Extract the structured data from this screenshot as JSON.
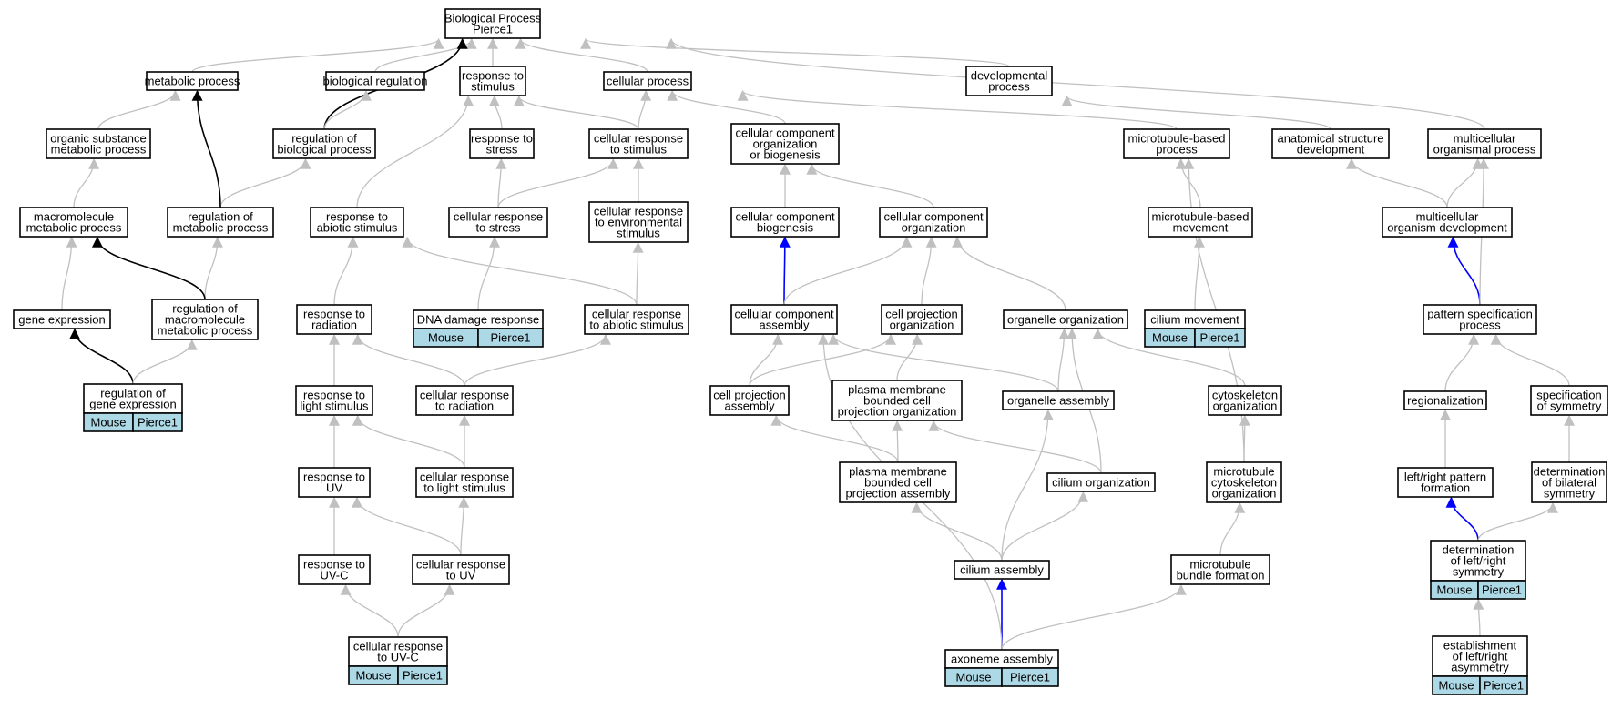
{
  "diagram": {
    "type": "go-term-graph",
    "nodes": [
      {
        "id": "bp",
        "lines": [
          "Biological Process",
          "Pierce1"
        ],
        "tags": []
      },
      {
        "id": "metabolic",
        "lines": [
          "metabolic process"
        ],
        "tags": []
      },
      {
        "id": "bioreg",
        "lines": [
          "biological regulation"
        ],
        "tags": []
      },
      {
        "id": "resp_stim",
        "lines": [
          "response to",
          "stimulus"
        ],
        "tags": []
      },
      {
        "id": "cellular",
        "lines": [
          "cellular process"
        ],
        "tags": []
      },
      {
        "id": "developmental",
        "lines": [
          "developmental",
          "process"
        ],
        "tags": []
      },
      {
        "id": "organic",
        "lines": [
          "organic substance",
          "metabolic process"
        ],
        "tags": []
      },
      {
        "id": "reg_bio",
        "lines": [
          "regulation of",
          "biological process"
        ],
        "tags": []
      },
      {
        "id": "resp_stress",
        "lines": [
          "response to",
          "stress"
        ],
        "tags": []
      },
      {
        "id": "cell_resp_stim",
        "lines": [
          "cellular response",
          "to stimulus"
        ],
        "tags": []
      },
      {
        "id": "ccob",
        "lines": [
          "cellular component",
          "organization",
          "or biogenesis"
        ],
        "tags": []
      },
      {
        "id": "mt_process",
        "lines": [
          "microtubule-based",
          "process"
        ],
        "tags": []
      },
      {
        "id": "anat_dev",
        "lines": [
          "anatomical structure",
          "development"
        ],
        "tags": []
      },
      {
        "id": "multi_proc",
        "lines": [
          "multicellular",
          "organismal process"
        ],
        "tags": []
      },
      {
        "id": "macro_met",
        "lines": [
          "macromolecule",
          "metabolic process"
        ],
        "tags": []
      },
      {
        "id": "reg_met",
        "lines": [
          "regulation of",
          "metabolic process"
        ],
        "tags": []
      },
      {
        "id": "resp_abiotic",
        "lines": [
          "response to",
          "abiotic stimulus"
        ],
        "tags": []
      },
      {
        "id": "cell_resp_stress",
        "lines": [
          "cellular response",
          "to stress"
        ],
        "tags": []
      },
      {
        "id": "cell_resp_env",
        "lines": [
          "cellular response",
          "to environmental",
          "stimulus"
        ],
        "tags": []
      },
      {
        "id": "cc_biogenesis",
        "lines": [
          "cellular component",
          "biogenesis"
        ],
        "tags": []
      },
      {
        "id": "cc_org",
        "lines": [
          "cellular component",
          "organization"
        ],
        "tags": []
      },
      {
        "id": "mt_movement",
        "lines": [
          "microtubule-based",
          "movement"
        ],
        "tags": []
      },
      {
        "id": "multi_dev",
        "lines": [
          "multicellular",
          "organism development"
        ],
        "tags": []
      },
      {
        "id": "gene_expr",
        "lines": [
          "gene expression"
        ],
        "tags": []
      },
      {
        "id": "reg_macro",
        "lines": [
          "regulation of",
          "macromolecule",
          "metabolic process"
        ],
        "tags": []
      },
      {
        "id": "resp_radiation",
        "lines": [
          "response to",
          "radiation"
        ],
        "tags": []
      },
      {
        "id": "dna_damage",
        "lines": [
          "DNA damage response"
        ],
        "tags": [
          "Mouse",
          "Pierce1"
        ]
      },
      {
        "id": "cell_resp_abiotic",
        "lines": [
          "cellular response",
          "to abiotic stimulus"
        ],
        "tags": []
      },
      {
        "id": "cc_assembly",
        "lines": [
          "cellular component",
          "assembly"
        ],
        "tags": []
      },
      {
        "id": "cp_org",
        "lines": [
          "cell projection",
          "organization"
        ],
        "tags": []
      },
      {
        "id": "organelle_org",
        "lines": [
          "organelle organization"
        ],
        "tags": []
      },
      {
        "id": "cilium_movement",
        "lines": [
          "cilium movement"
        ],
        "tags": [
          "Mouse",
          "Pierce1"
        ]
      },
      {
        "id": "pattern_spec",
        "lines": [
          "pattern specification",
          "process"
        ],
        "tags": []
      },
      {
        "id": "reg_gene_expr",
        "lines": [
          "regulation of",
          "gene expression"
        ],
        "tags": [
          "Mouse",
          "Pierce1"
        ]
      },
      {
        "id": "resp_light",
        "lines": [
          "response to",
          "light stimulus"
        ],
        "tags": []
      },
      {
        "id": "cell_resp_radiation",
        "lines": [
          "cellular response",
          "to radiation"
        ],
        "tags": []
      },
      {
        "id": "cp_assembly",
        "lines": [
          "cell projection",
          "assembly"
        ],
        "tags": []
      },
      {
        "id": "pmbcpo",
        "lines": [
          "plasma membrane",
          "bounded cell",
          "projection organization"
        ],
        "tags": []
      },
      {
        "id": "organelle_assembly",
        "lines": [
          "organelle assembly"
        ],
        "tags": []
      },
      {
        "id": "cyto_org",
        "lines": [
          "cytoskeleton",
          "organization"
        ],
        "tags": []
      },
      {
        "id": "regionalization",
        "lines": [
          "regionalization"
        ],
        "tags": []
      },
      {
        "id": "spec_sym",
        "lines": [
          "specification",
          "of symmetry"
        ],
        "tags": []
      },
      {
        "id": "resp_uv",
        "lines": [
          "response to",
          "UV"
        ],
        "tags": []
      },
      {
        "id": "cell_resp_light",
        "lines": [
          "cellular response",
          "to light stimulus"
        ],
        "tags": []
      },
      {
        "id": "pmbcpa",
        "lines": [
          "plasma membrane",
          "bounded cell",
          "projection assembly"
        ],
        "tags": []
      },
      {
        "id": "cilium_org",
        "lines": [
          "cilium organization"
        ],
        "tags": []
      },
      {
        "id": "mt_cyto_org",
        "lines": [
          "microtubule",
          "cytoskeleton",
          "organization"
        ],
        "tags": []
      },
      {
        "id": "lr_pattern",
        "lines": [
          "left/right pattern",
          "formation"
        ],
        "tags": []
      },
      {
        "id": "det_bilateral",
        "lines": [
          "determination",
          "of bilateral",
          "symmetry"
        ],
        "tags": []
      },
      {
        "id": "resp_uvc",
        "lines": [
          "response to",
          "UV-C"
        ],
        "tags": []
      },
      {
        "id": "cell_resp_uv",
        "lines": [
          "cellular response",
          "to UV"
        ],
        "tags": []
      },
      {
        "id": "cilium_assembly",
        "lines": [
          "cilium assembly"
        ],
        "tags": []
      },
      {
        "id": "mt_bundle",
        "lines": [
          "microtubule",
          "bundle formation"
        ],
        "tags": []
      },
      {
        "id": "det_lr",
        "lines": [
          "determination",
          "of left/right",
          "symmetry"
        ],
        "tags": [
          "Mouse",
          "Pierce1"
        ]
      },
      {
        "id": "cell_resp_uvc",
        "lines": [
          "cellular response",
          "to UV-C"
        ],
        "tags": [
          "Mouse",
          "Pierce1"
        ]
      },
      {
        "id": "axoneme",
        "lines": [
          "axoneme assembly"
        ],
        "tags": [
          "Mouse",
          "Pierce1"
        ]
      },
      {
        "id": "est_lr",
        "lines": [
          "establishment",
          "of left/right",
          "asymmetry"
        ],
        "tags": [
          "Mouse",
          "Pierce1"
        ]
      }
    ],
    "edges": [
      {
        "from": "metabolic",
        "to": "bp",
        "color": "gray"
      },
      {
        "from": "bioreg",
        "to": "bp",
        "color": "gray"
      },
      {
        "from": "resp_stim",
        "to": "bp",
        "color": "gray"
      },
      {
        "from": "cellular",
        "to": "bp",
        "color": "gray"
      },
      {
        "from": "developmental",
        "to": "bp",
        "color": "gray"
      },
      {
        "from": "multi_proc",
        "to": "bp",
        "color": "gray"
      },
      {
        "from": "reg_bio",
        "to": "bp",
        "color": "black"
      },
      {
        "from": "organic",
        "to": "metabolic",
        "color": "gray"
      },
      {
        "from": "reg_bio",
        "to": "bioreg",
        "color": "gray"
      },
      {
        "from": "resp_stress",
        "to": "resp_stim",
        "color": "gray"
      },
      {
        "from": "cell_resp_stim",
        "to": "resp_stim",
        "color": "gray"
      },
      {
        "from": "resp_abiotic",
        "to": "resp_stim",
        "color": "gray"
      },
      {
        "from": "cell_resp_stim",
        "to": "cellular",
        "color": "gray"
      },
      {
        "from": "ccob",
        "to": "cellular",
        "color": "gray"
      },
      {
        "from": "mt_process",
        "to": "cellular",
        "color": "gray"
      },
      {
        "from": "anat_dev",
        "to": "developmental",
        "color": "gray"
      },
      {
        "from": "macro_met",
        "to": "organic",
        "color": "gray"
      },
      {
        "from": "reg_met",
        "to": "reg_bio",
        "color": "gray"
      },
      {
        "from": "reg_met",
        "to": "metabolic",
        "color": "black"
      },
      {
        "from": "cell_resp_stress",
        "to": "resp_stress",
        "color": "gray"
      },
      {
        "from": "cell_resp_stress",
        "to": "cell_resp_stim",
        "color": "gray"
      },
      {
        "from": "cell_resp_env",
        "to": "cell_resp_stim",
        "color": "gray"
      },
      {
        "from": "cc_biogenesis",
        "to": "ccob",
        "color": "gray"
      },
      {
        "from": "cc_org",
        "to": "ccob",
        "color": "gray"
      },
      {
        "from": "mt_movement",
        "to": "mt_process",
        "color": "gray"
      },
      {
        "from": "multi_dev",
        "to": "anat_dev",
        "color": "gray"
      },
      {
        "from": "multi_dev",
        "to": "multi_proc",
        "color": "gray"
      },
      {
        "from": "gene_expr",
        "to": "macro_met",
        "color": "gray"
      },
      {
        "from": "reg_macro",
        "to": "reg_met",
        "color": "gray"
      },
      {
        "from": "reg_macro",
        "to": "macro_met",
        "color": "black"
      },
      {
        "from": "resp_radiation",
        "to": "resp_abiotic",
        "color": "gray"
      },
      {
        "from": "dna_damage",
        "to": "cell_resp_stress",
        "color": "gray"
      },
      {
        "from": "cell_resp_abiotic",
        "to": "resp_abiotic",
        "color": "gray"
      },
      {
        "from": "cell_resp_abiotic",
        "to": "cell_resp_env",
        "color": "gray"
      },
      {
        "from": "cc_assembly",
        "to": "cc_biogenesis",
        "color": "blue"
      },
      {
        "from": "cc_assembly",
        "to": "cc_org",
        "color": "gray"
      },
      {
        "from": "cp_org",
        "to": "cc_org",
        "color": "gray"
      },
      {
        "from": "organelle_org",
        "to": "cc_org",
        "color": "gray"
      },
      {
        "from": "cilium_movement",
        "to": "mt_movement",
        "color": "gray"
      },
      {
        "from": "pattern_spec",
        "to": "multi_dev",
        "color": "blue"
      },
      {
        "from": "pattern_spec",
        "to": "multi_proc",
        "color": "gray"
      },
      {
        "from": "reg_gene_expr",
        "to": "gene_expr",
        "color": "black"
      },
      {
        "from": "reg_gene_expr",
        "to": "reg_macro",
        "color": "gray"
      },
      {
        "from": "resp_light",
        "to": "resp_radiation",
        "color": "gray"
      },
      {
        "from": "cell_resp_radiation",
        "to": "resp_radiation",
        "color": "gray"
      },
      {
        "from": "cell_resp_radiation",
        "to": "cell_resp_abiotic",
        "color": "gray"
      },
      {
        "from": "cp_assembly",
        "to": "cc_assembly",
        "color": "gray"
      },
      {
        "from": "cp_assembly",
        "to": "cp_org",
        "color": "gray"
      },
      {
        "from": "pmbcpo",
        "to": "cp_org",
        "color": "gray"
      },
      {
        "from": "organelle_assembly",
        "to": "cc_assembly",
        "color": "gray"
      },
      {
        "from": "organelle_assembly",
        "to": "organelle_org",
        "color": "gray"
      },
      {
        "from": "cyto_org",
        "to": "organelle_org",
        "color": "gray"
      },
      {
        "from": "regionalization",
        "to": "pattern_spec",
        "color": "gray"
      },
      {
        "from": "spec_sym",
        "to": "pattern_spec",
        "color": "gray"
      },
      {
        "from": "resp_uv",
        "to": "resp_light",
        "color": "gray"
      },
      {
        "from": "cell_resp_light",
        "to": "resp_light",
        "color": "gray"
      },
      {
        "from": "cell_resp_light",
        "to": "cell_resp_radiation",
        "color": "gray"
      },
      {
        "from": "pmbcpa",
        "to": "cp_assembly",
        "color": "gray"
      },
      {
        "from": "pmbcpa",
        "to": "pmbcpo",
        "color": "gray"
      },
      {
        "from": "cilium_org",
        "to": "pmbcpo",
        "color": "gray"
      },
      {
        "from": "cilium_org",
        "to": "organelle_org",
        "color": "gray"
      },
      {
        "from": "mt_cyto_org",
        "to": "cyto_org",
        "color": "gray"
      },
      {
        "from": "mt_cyto_org",
        "to": "mt_process",
        "color": "gray"
      },
      {
        "from": "lr_pattern",
        "to": "regionalization",
        "color": "gray"
      },
      {
        "from": "det_bilateral",
        "to": "spec_sym",
        "color": "gray"
      },
      {
        "from": "resp_uvc",
        "to": "resp_uv",
        "color": "gray"
      },
      {
        "from": "cell_resp_uv",
        "to": "resp_uv",
        "color": "gray"
      },
      {
        "from": "cell_resp_uv",
        "to": "cell_resp_light",
        "color": "gray"
      },
      {
        "from": "cilium_assembly",
        "to": "pmbcpa",
        "color": "gray"
      },
      {
        "from": "cilium_assembly",
        "to": "cilium_org",
        "color": "gray"
      },
      {
        "from": "cilium_assembly",
        "to": "organelle_assembly",
        "color": "gray"
      },
      {
        "from": "mt_bundle",
        "to": "mt_cyto_org",
        "color": "gray"
      },
      {
        "from": "det_lr",
        "to": "lr_pattern",
        "color": "blue"
      },
      {
        "from": "det_lr",
        "to": "det_bilateral",
        "color": "gray"
      },
      {
        "from": "cell_resp_uvc",
        "to": "resp_uvc",
        "color": "gray"
      },
      {
        "from": "cell_resp_uvc",
        "to": "cell_resp_uv",
        "color": "gray"
      },
      {
        "from": "axoneme",
        "to": "cilium_assembly",
        "color": "blue"
      },
      {
        "from": "axoneme",
        "to": "cc_assembly",
        "color": "gray"
      },
      {
        "from": "axoneme",
        "to": "mt_bundle",
        "color": "gray"
      },
      {
        "from": "est_lr",
        "to": "det_lr",
        "color": "gray"
      }
    ]
  }
}
